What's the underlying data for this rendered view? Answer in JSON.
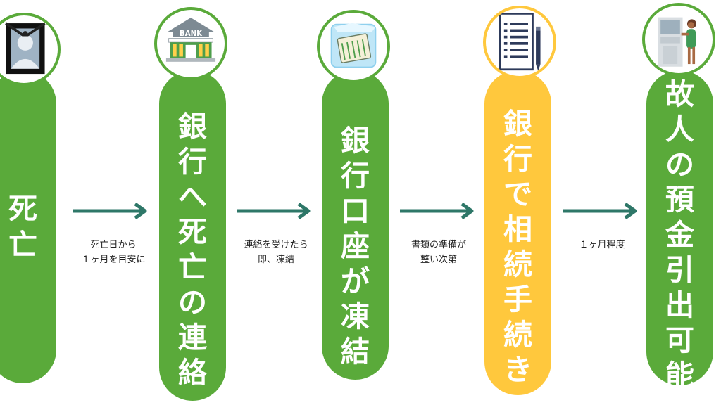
{
  "colors": {
    "green": "#5aaa3a",
    "yellow": "#ffc83d",
    "arrow": "#2e7768",
    "text": "#222222"
  },
  "steps": [
    {
      "label": "死亡",
      "color": "green",
      "icon": "deceased-portrait-icon"
    },
    {
      "label": "銀行へ死亡の連絡",
      "color": "green",
      "icon": "bank-icon",
      "icon_text": "BANK"
    },
    {
      "label": "銀行口座が凍結",
      "color": "green",
      "icon": "frozen-passbook-icon"
    },
    {
      "label": "銀行で相続手続き",
      "color": "yellow",
      "icon": "document-pen-icon"
    },
    {
      "label": "故人の預金引出可能",
      "color": "green",
      "icon": "atm-user-icon"
    }
  ],
  "transitions": [
    {
      "line1": "死亡日から",
      "line2": "１ヶ月を目安に"
    },
    {
      "line1": "連絡を受けたら",
      "line2": "即、凍結"
    },
    {
      "line1": "書類の準備が",
      "line2": "整い次第"
    },
    {
      "line1": "１ヶ月程度",
      "line2": ""
    }
  ]
}
